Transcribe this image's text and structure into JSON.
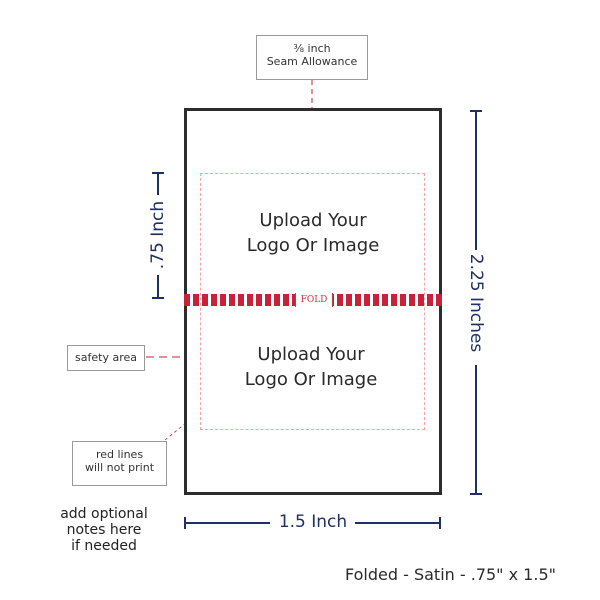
{
  "diagram": {
    "seam_callout": {
      "line1": "⅜ inch",
      "line2": "Seam Allowance"
    },
    "fold_label": "FOLD",
    "upload_top": {
      "line1": "Upload Your",
      "line2": "Logo Or Image"
    },
    "upload_bottom": {
      "line1": "Upload Your",
      "line2": "Logo Or Image"
    },
    "safety_callout": "safety area",
    "redlines_callout": {
      "line1": "red lines",
      "line2": "will not print"
    },
    "dimensions": {
      "height_total": "2.25 Inches",
      "height_half": ".75 Inch",
      "width": "1.5 Inch"
    },
    "notes": {
      "line1": "add optional",
      "line2": "notes here",
      "line3": "if needed"
    },
    "product_caption": "Folded - Satin - .75\" x 1.5\"",
    "colors": {
      "outline": "#2d2d2d",
      "fold_red": "#c8223a",
      "safety_pink": "#f4a3a8",
      "dimension_navy": "#1f3163"
    }
  }
}
